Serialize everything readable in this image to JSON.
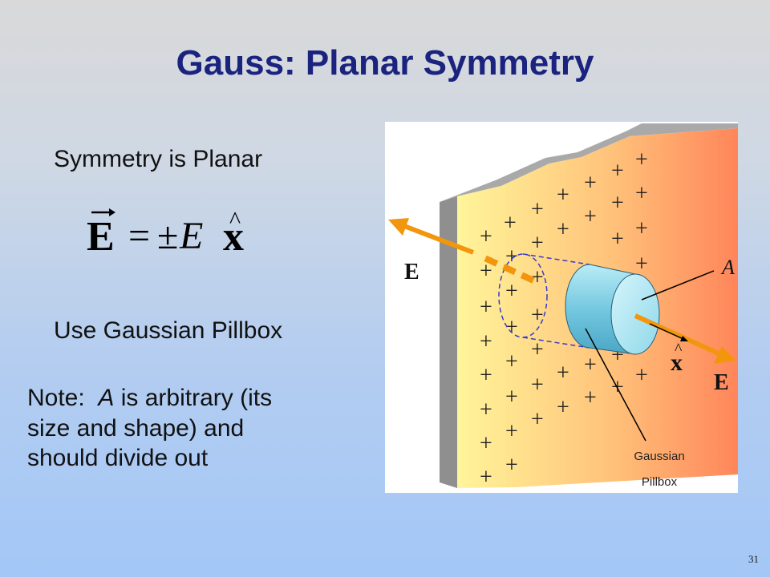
{
  "slide": {
    "title": "Gauss: Planar Symmetry",
    "point1": "Symmetry is Planar",
    "equation": {
      "lhs": "E",
      "eq": "=",
      "pm": "±",
      "mag": "E",
      "unit": "x"
    },
    "point2": "Use Gaussian Pillbox",
    "note_prefix": "Note:  ",
    "note_var": "A",
    "note_line1_rest": " is arbitrary (its",
    "note_line2": "size and shape) and",
    "note_line3": "should divide out",
    "slide_number": "31"
  },
  "figure": {
    "field_label_left": "E",
    "field_label_right": "E",
    "area_label": "A",
    "unit_vector_label": "x",
    "pillbox_label_line1": "Gaussian",
    "pillbox_label_line2": "Pillbox",
    "charge_symbol": "+",
    "arrow_color": "#f2960e",
    "plane_gradient": [
      "#fff59a",
      "#ff8a5c"
    ],
    "cylinder_color": "#7fd0e6"
  }
}
